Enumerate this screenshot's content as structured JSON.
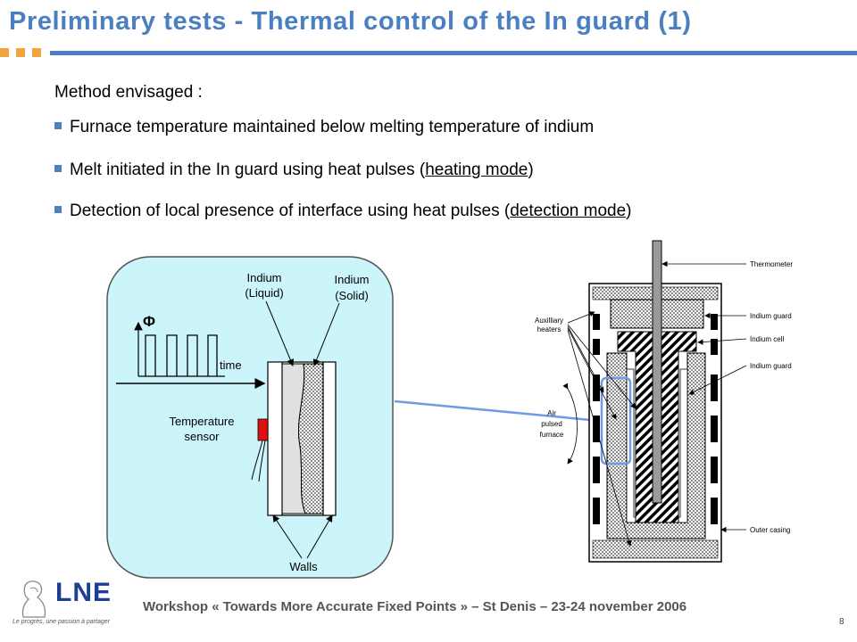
{
  "title": "Preliminary tests - Thermal control of the In guard (1)",
  "colors": {
    "accent": "#4a7fc1",
    "orange": "#f0a43a",
    "panel": "#ccf5fb",
    "sensor": "#e01010"
  },
  "intro": "Method envisaged :",
  "bullets": {
    "b1": "Furnace temperature maintained below melting temperature of indium",
    "b2_pre": "Melt initiated in the In guard using heat pulses (",
    "b2_u": "heating mode",
    "b2_post": ")",
    "b3_pre": "Detection of local presence of interface using heat pulses (",
    "b3_u": "detection mode",
    "b3_post": ")"
  },
  "left_diagram": {
    "phi": "Φ",
    "time": "time",
    "liquid_1": "Indium",
    "liquid_2": "(Liquid)",
    "solid_1": "Indium",
    "solid_2": "(Solid)",
    "sensor_1": "Temperature",
    "sensor_2": "sensor",
    "walls": "Walls"
  },
  "right_diagram": {
    "thermometer": "Thermometer",
    "indium_guard_top": "Indium guard",
    "indium_cell": "Indium cell",
    "indium_guard_side": "Indium guard",
    "aux_1": "Auxilliary",
    "aux_2": "heaters",
    "air_1": "Air",
    "air_2": "pulsed",
    "air_3": "furnace",
    "outer_casing": "Outer casing"
  },
  "footer": "Workshop « Towards More Accurate Fixed Points » – St Denis – 23-24 november 2006",
  "page_number": "8",
  "logo": {
    "text": "LNE",
    "slogan": "Le progrès, une passion à partager"
  }
}
